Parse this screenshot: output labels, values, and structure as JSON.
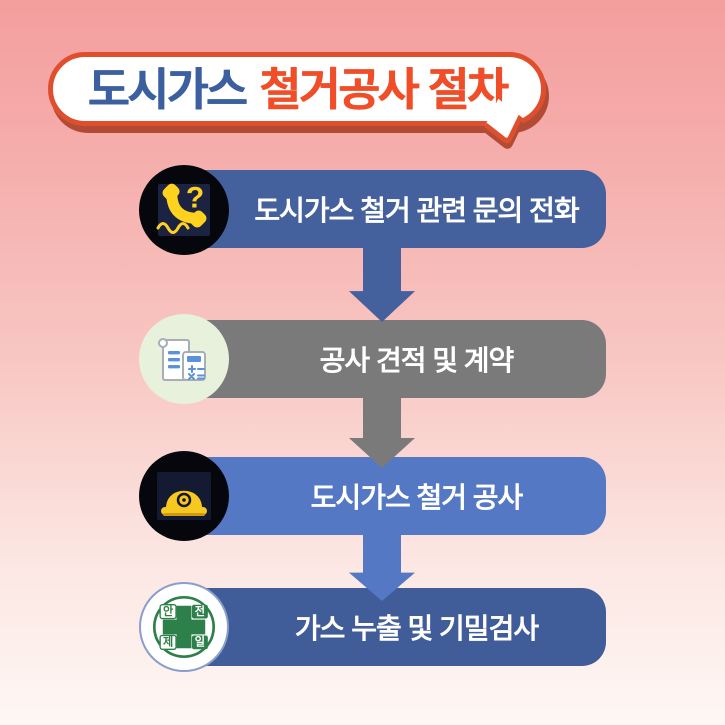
{
  "page": {
    "background_gradient_top": "#f49e9e",
    "background_gradient_bottom": "#fef7f4"
  },
  "title": {
    "part1": "도시가스",
    "part2": "철거공사 절차",
    "part1_color": "#3c5f9f",
    "part2_color": "#ef4e29",
    "bubble_fill": "#ffffff",
    "bubble_border": "#df4f2e",
    "bubble_shadow": "#b24b35"
  },
  "steps": [
    {
      "label": "도시가스 철거 관련 문의 전화",
      "color": "#45619d",
      "icon": "phone-question-icon",
      "icon_glyph": "?",
      "icon_bg": "#05070d",
      "icon_accent": "#ffd21f"
    },
    {
      "label": "공사 견적 및 계약",
      "color": "#7a7a7a",
      "icon": "estimate-calculator-receipt-icon",
      "icon_bg": "#e8f1db",
      "icon_accent": "#5a93d8"
    },
    {
      "label": "도시가스 철거 공사",
      "color": "#5578c5",
      "icon": "hard-hat-icon",
      "icon_bg": "#05070d",
      "icon_accent": "#f8c822"
    },
    {
      "label": "가스 누출 및 기밀검사",
      "color": "#405d99",
      "icon": "safety-first-badge-icon",
      "icon_chars": [
        "안",
        "전",
        "제",
        "일"
      ],
      "icon_bg": "#ffffff",
      "icon_accent": "#2d8049"
    }
  ],
  "arrows": [
    {
      "color": "#45619d"
    },
    {
      "color": "#7a7a7a"
    },
    {
      "color": "#5578c5"
    }
  ]
}
